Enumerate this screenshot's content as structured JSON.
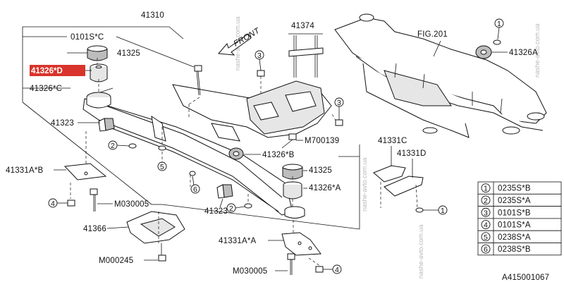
{
  "figure_ref": "FIG.201",
  "direction_label": "FRONT",
  "watermark": "nashe-avto.com.ua",
  "highlighted_part": "41326*D",
  "colors": {
    "highlight": "#d9342b",
    "line": "#111111"
  },
  "labels": {
    "l41310": "41310",
    "l0101sc": "0101S*C",
    "l41325a": "41325",
    "l41326d": "41326*D",
    "l41326c": "41326*C",
    "l41374": "41374",
    "l41326a_top": "41326A",
    "l41323a": "41323",
    "lm700139": "M700139",
    "l41326b": "41326*B",
    "l41325b": "41325",
    "l41326a": "41326*A",
    "l41331c": "41331C",
    "l41331d": "41331D",
    "l41331ab": "41331A*B",
    "lm030005a": "M030005",
    "l41323b": "41323",
    "l41366": "41366",
    "l41331aa": "41331A*A",
    "lm000245": "M000245",
    "lm030005b": "M030005",
    "drawing_no": "A415001067"
  },
  "callouts": {
    "c1": "1",
    "c2": "2",
    "c3": "3",
    "c4": "4",
    "c5": "5",
    "c6": "6"
  },
  "legend": [
    {
      "num": "1",
      "code": "0235S*B"
    },
    {
      "num": "2",
      "code": "0235S*A"
    },
    {
      "num": "3",
      "code": "0101S*B"
    },
    {
      "num": "4",
      "code": "0101S*A"
    },
    {
      "num": "5",
      "code": "0238S*A"
    },
    {
      "num": "6",
      "code": "0238S*B"
    }
  ]
}
